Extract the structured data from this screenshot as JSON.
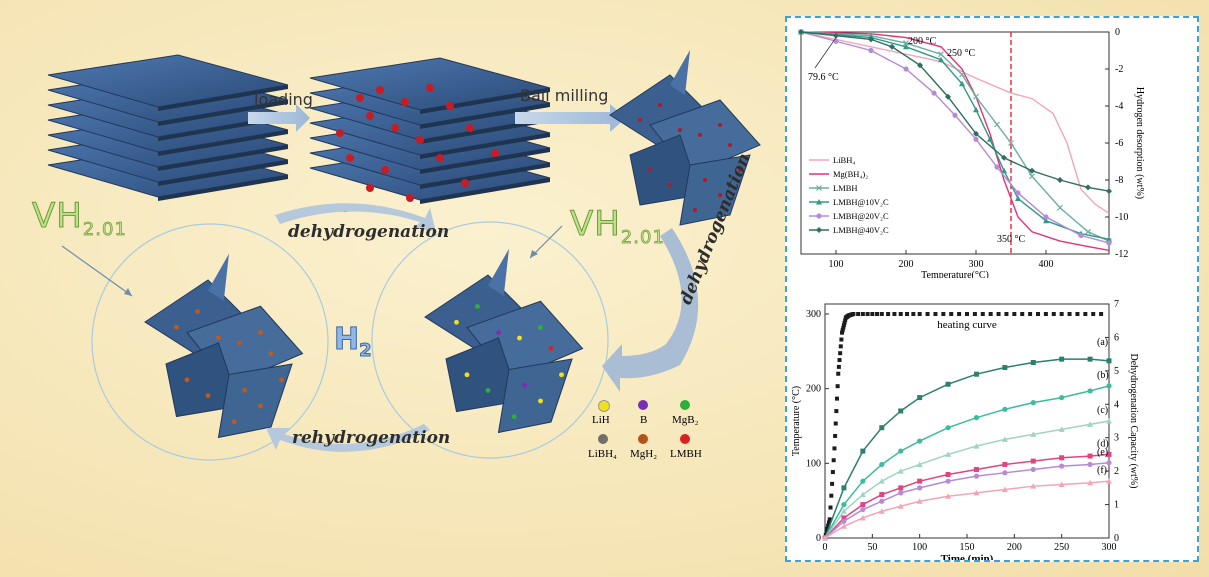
{
  "schematic": {
    "loading": "loading",
    "ball_milling": "Ball milling",
    "dehydrogenation_top": "dehydrogenation",
    "dehydrogenation_right": "dehydrogenation",
    "rehydrogenation": "rehydrogenation",
    "vh_left": "VH",
    "vh_left_sub": "2.01",
    "vh_right": "VH",
    "vh_right_sub": "2.01",
    "h2": "H",
    "h2_sub": "2",
    "legend": [
      {
        "label": "LiH",
        "color": "#f2e019"
      },
      {
        "label": "B",
        "color": "#7a2db5"
      },
      {
        "label": "MgB₂",
        "color": "#2fae3c"
      },
      {
        "label": "LiBH₄",
        "color": "#6f6f6f"
      },
      {
        "label": "MgH₂",
        "color": "#b5521b"
      },
      {
        "label": "LMBH",
        "color": "#d8231d"
      }
    ]
  },
  "charts": [
    {
      "type": "line",
      "xlabel": "Temperature(°C)",
      "ylabel": "Hydrogen desorption (wt%)",
      "xlim": [
        50,
        490
      ],
      "ylim": [
        -12,
        0
      ],
      "xticks": [
        "100",
        "200",
        "300",
        "400"
      ],
      "yticks": [
        "0",
        "-2",
        "-4",
        "-6",
        "-8",
        "-10",
        "-12"
      ],
      "annotations": [
        "200 °C",
        "250 °C",
        "79.6 °C",
        "350 °C"
      ],
      "series": [
        {
          "name": "LiBH₄",
          "color": "#f4a6b8",
          "marker": "line",
          "x": [
            50,
            150,
            250,
            300,
            350,
            380,
            410,
            430,
            450,
            470,
            490
          ],
          "y": [
            0,
            -0.8,
            -1.6,
            -2.5,
            -3.3,
            -3.6,
            -4.4,
            -6.0,
            -8.5,
            -9.3,
            -9.8
          ]
        },
        {
          "name": "Mg(BH₄)₂",
          "color": "#e2327b",
          "marker": "line",
          "x": [
            50,
            150,
            200,
            250,
            280,
            300,
            320,
            340,
            360,
            380,
            420,
            460,
            490
          ],
          "y": [
            0,
            -0.1,
            -0.3,
            -0.8,
            -2.0,
            -3.5,
            -5.5,
            -8.0,
            -10.0,
            -10.8,
            -11.3,
            -11.6,
            -11.8
          ]
        },
        {
          "name": "LMBH",
          "color": "#6aaea0",
          "marker": "x",
          "x": [
            50,
            150,
            200,
            250,
            280,
            300,
            330,
            350,
            380,
            420,
            460,
            490
          ],
          "y": [
            0,
            -0.2,
            -0.6,
            -1.2,
            -2.3,
            -3.5,
            -5.0,
            -6.0,
            -7.8,
            -9.5,
            -10.8,
            -11.3
          ]
        },
        {
          "name": "LMBH@10V₂C",
          "color": "#2e9a86",
          "marker": "triangle",
          "x": [
            50,
            150,
            200,
            250,
            280,
            300,
            320,
            340,
            360,
            400,
            450,
            490
          ],
          "y": [
            0,
            -0.3,
            -0.8,
            -1.5,
            -2.8,
            -4.2,
            -5.8,
            -7.5,
            -9.0,
            -10.2,
            -10.9,
            -11.2
          ]
        },
        {
          "name": "LMBH@20V₂C",
          "color": "#b58ad8",
          "marker": "circle",
          "x": [
            50,
            100,
            150,
            200,
            240,
            270,
            300,
            330,
            360,
            400,
            450,
            490
          ],
          "y": [
            0,
            -0.5,
            -1.0,
            -2.0,
            -3.3,
            -4.5,
            -5.8,
            -7.3,
            -8.7,
            -10.0,
            -11.0,
            -11.4
          ]
        },
        {
          "name": "LMBH@40V₂C",
          "color": "#2f6e62",
          "marker": "diamond",
          "x": [
            50,
            100,
            150,
            180,
            220,
            260,
            300,
            340,
            380,
            420,
            460,
            490
          ],
          "y": [
            0,
            -0.2,
            -0.4,
            -0.8,
            -1.8,
            -3.5,
            -5.5,
            -6.8,
            -7.5,
            -8.0,
            -8.4,
            -8.6
          ]
        }
      ]
    },
    {
      "type": "line",
      "title": "heating curve",
      "xlabel": "Time (min)",
      "ylabel_left": "Temperature (°C)",
      "ylabel_right": "Dehydrogenation Capacity (wt%)",
      "xlim": [
        0,
        300
      ],
      "ylim_left": [
        0,
        300
      ],
      "ylim_right": [
        0,
        7
      ],
      "xticks": [
        "0",
        "50",
        "100",
        "150",
        "200",
        "250",
        "300"
      ],
      "yticks_left": [
        "0",
        "100",
        "200",
        "300"
      ],
      "yticks_right": [
        "0",
        "1",
        "2",
        "3",
        "4",
        "5",
        "6",
        "7"
      ],
      "curve_labels": [
        "(a)",
        "(b)",
        "(c)",
        "(d)",
        "(e)",
        "(f)"
      ],
      "heating": {
        "color": "#1c1c1c",
        "x": [
          0,
          5,
          10,
          14,
          18,
          22,
          25,
          30,
          60,
          100,
          150,
          200,
          250,
          300
        ],
        "y": [
          0,
          25,
          120,
          220,
          275,
          295,
          298,
          300,
          300,
          300,
          300,
          300,
          300,
          300
        ]
      },
      "series": [
        {
          "name": "(a)",
          "color": "#2d7f6e",
          "marker": "square",
          "x": [
            0,
            20,
            40,
            60,
            80,
            100,
            130,
            160,
            190,
            220,
            250,
            280,
            300
          ],
          "y": [
            0,
            1.5,
            2.6,
            3.3,
            3.8,
            4.2,
            4.6,
            4.9,
            5.1,
            5.25,
            5.35,
            5.35,
            5.3
          ]
        },
        {
          "name": "(b)",
          "color": "#3dbb9e",
          "marker": "circle",
          "x": [
            0,
            20,
            40,
            60,
            80,
            100,
            130,
            160,
            190,
            220,
            250,
            280,
            300
          ],
          "y": [
            0,
            1.0,
            1.7,
            2.2,
            2.6,
            2.9,
            3.3,
            3.6,
            3.85,
            4.05,
            4.2,
            4.4,
            4.55
          ]
        },
        {
          "name": "(c)",
          "color": "#9fd3c2",
          "marker": "triangle",
          "x": [
            0,
            20,
            40,
            60,
            80,
            100,
            130,
            160,
            190,
            220,
            250,
            280,
            300
          ],
          "y": [
            0,
            0.8,
            1.3,
            1.7,
            2.0,
            2.2,
            2.5,
            2.75,
            2.95,
            3.1,
            3.25,
            3.4,
            3.5
          ]
        },
        {
          "name": "(d)",
          "color": "#e0457f",
          "marker": "square",
          "x": [
            0,
            20,
            40,
            60,
            80,
            100,
            130,
            160,
            190,
            220,
            250,
            280,
            300
          ],
          "y": [
            0,
            0.6,
            1.0,
            1.3,
            1.5,
            1.7,
            1.9,
            2.05,
            2.2,
            2.3,
            2.4,
            2.45,
            2.5
          ]
        },
        {
          "name": "(e)",
          "color": "#b98ad4",
          "marker": "circle",
          "x": [
            0,
            20,
            40,
            60,
            80,
            100,
            130,
            160,
            190,
            220,
            250,
            280,
            300
          ],
          "y": [
            0,
            0.5,
            0.85,
            1.1,
            1.35,
            1.5,
            1.7,
            1.85,
            1.95,
            2.05,
            2.15,
            2.2,
            2.25
          ]
        },
        {
          "name": "(f)",
          "color": "#f2a5b6",
          "marker": "triangle",
          "x": [
            0,
            20,
            40,
            60,
            80,
            100,
            130,
            160,
            190,
            220,
            250,
            280,
            300
          ],
          "y": [
            0,
            0.35,
            0.6,
            0.8,
            0.95,
            1.1,
            1.25,
            1.35,
            1.45,
            1.55,
            1.6,
            1.65,
            1.7
          ]
        }
      ]
    }
  ]
}
